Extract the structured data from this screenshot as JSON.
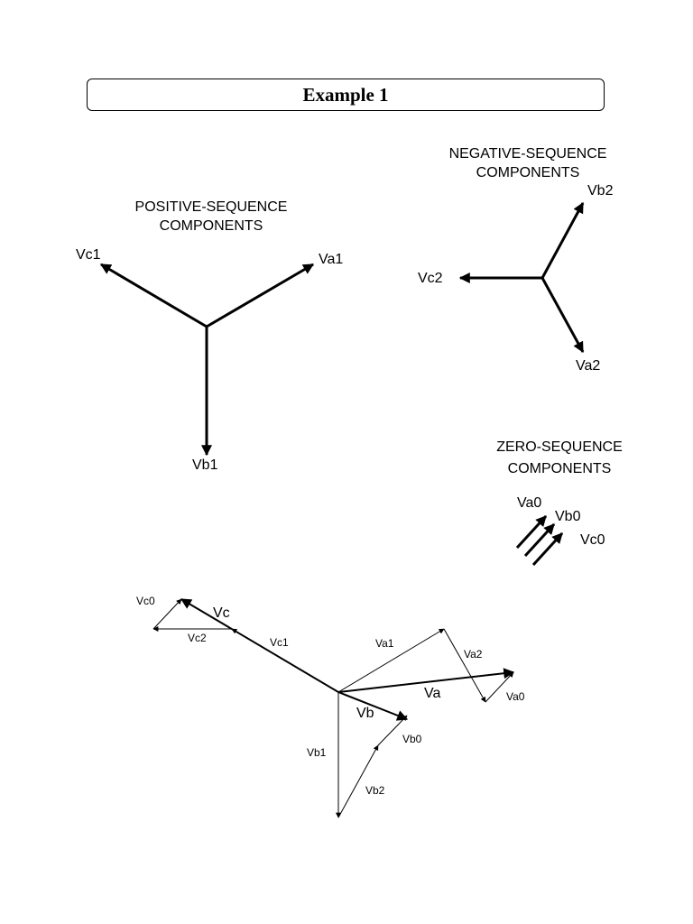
{
  "title": "Example 1",
  "positive": {
    "heading": [
      "POSITIVE-SEQUENCE",
      "COMPONENTS"
    ],
    "labels": {
      "a": "Va1",
      "b": "Vb1",
      "c": "Vc1"
    }
  },
  "negative": {
    "heading": [
      "NEGATIVE-SEQUENCE",
      "COMPONENTS"
    ],
    "labels": {
      "a": "Va2",
      "b": "Vb2",
      "c": "Vc2"
    }
  },
  "zero": {
    "heading": [
      "ZERO-SEQUENCE",
      "COMPONENTS"
    ],
    "labels": {
      "a": "Va0",
      "b": "Vb0",
      "c": "Vc0"
    }
  },
  "composite": {
    "labels": {
      "Vc0": "Vc0",
      "Vc": "Vc",
      "Vc2": "Vc2",
      "Vc1": "Vc1",
      "Va1": "Va1",
      "Va2": "Va2",
      "Va": "Va",
      "Va0": "Va0",
      "Vb": "Vb",
      "Vb0": "Vb0",
      "Vb1": "Vb1",
      "Vb2": "Vb2"
    }
  }
}
